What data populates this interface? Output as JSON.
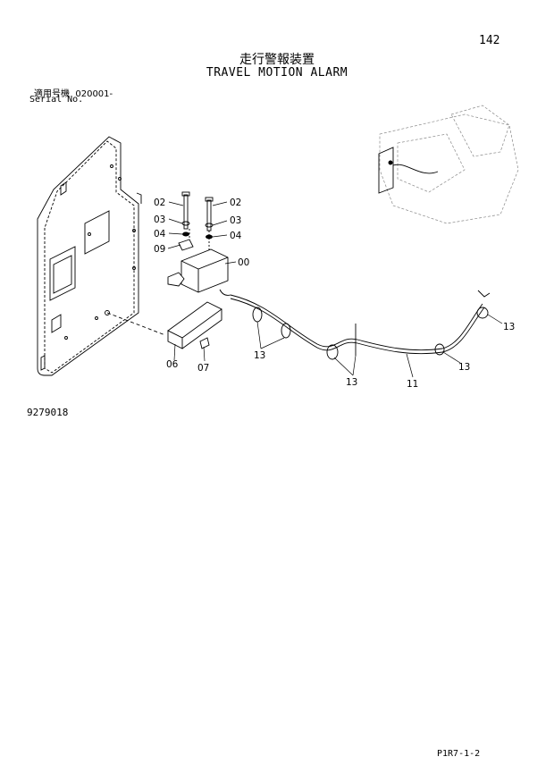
{
  "page_number": "142",
  "title_jp": "走行警報装置",
  "title_en": "TRAVEL MOTION ALARM",
  "serial_label_jp": "適用号機",
  "serial_value": "020001-",
  "serial_label_en": "Serial No.",
  "figure_id": "9279018",
  "footer_code": "P1R7-1-2",
  "part_labels": {
    "bolt_left": "02",
    "bolt_right": "02",
    "washer_left": "03",
    "washer_right": "03",
    "nut_left": "04",
    "nut_right": "04",
    "clip": "09",
    "alarm": "00",
    "bracket": "06",
    "bracket_bolt": "07",
    "clamp_a": "13",
    "clamp_b": "13",
    "clamp_c": "13",
    "clamp_d": "13",
    "harness": "11"
  }
}
